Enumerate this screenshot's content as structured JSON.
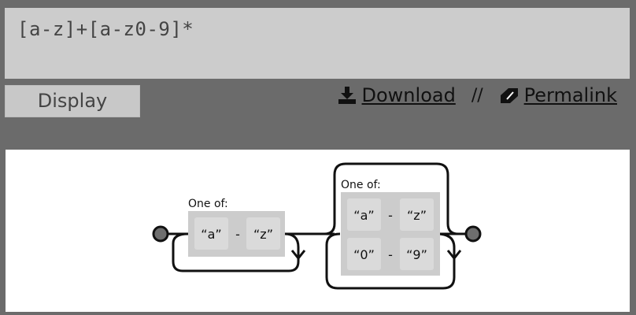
{
  "editor": {
    "pattern": "[a-z]+[a-z0-9]*"
  },
  "toolbar": {
    "display_label": "Display",
    "download_label": "Download",
    "separator": "//",
    "permalink_label": "Permalink"
  },
  "diagram": {
    "group1": {
      "label": "One of:",
      "range": {
        "from": "“a”",
        "dash": "-",
        "to": "“z”"
      }
    },
    "group2": {
      "label": "One of:",
      "ranges": [
        {
          "from": "“a”",
          "dash": "-",
          "to": "“z”"
        },
        {
          "from": "“0”",
          "dash": "-",
          "to": "“9”"
        }
      ]
    }
  }
}
